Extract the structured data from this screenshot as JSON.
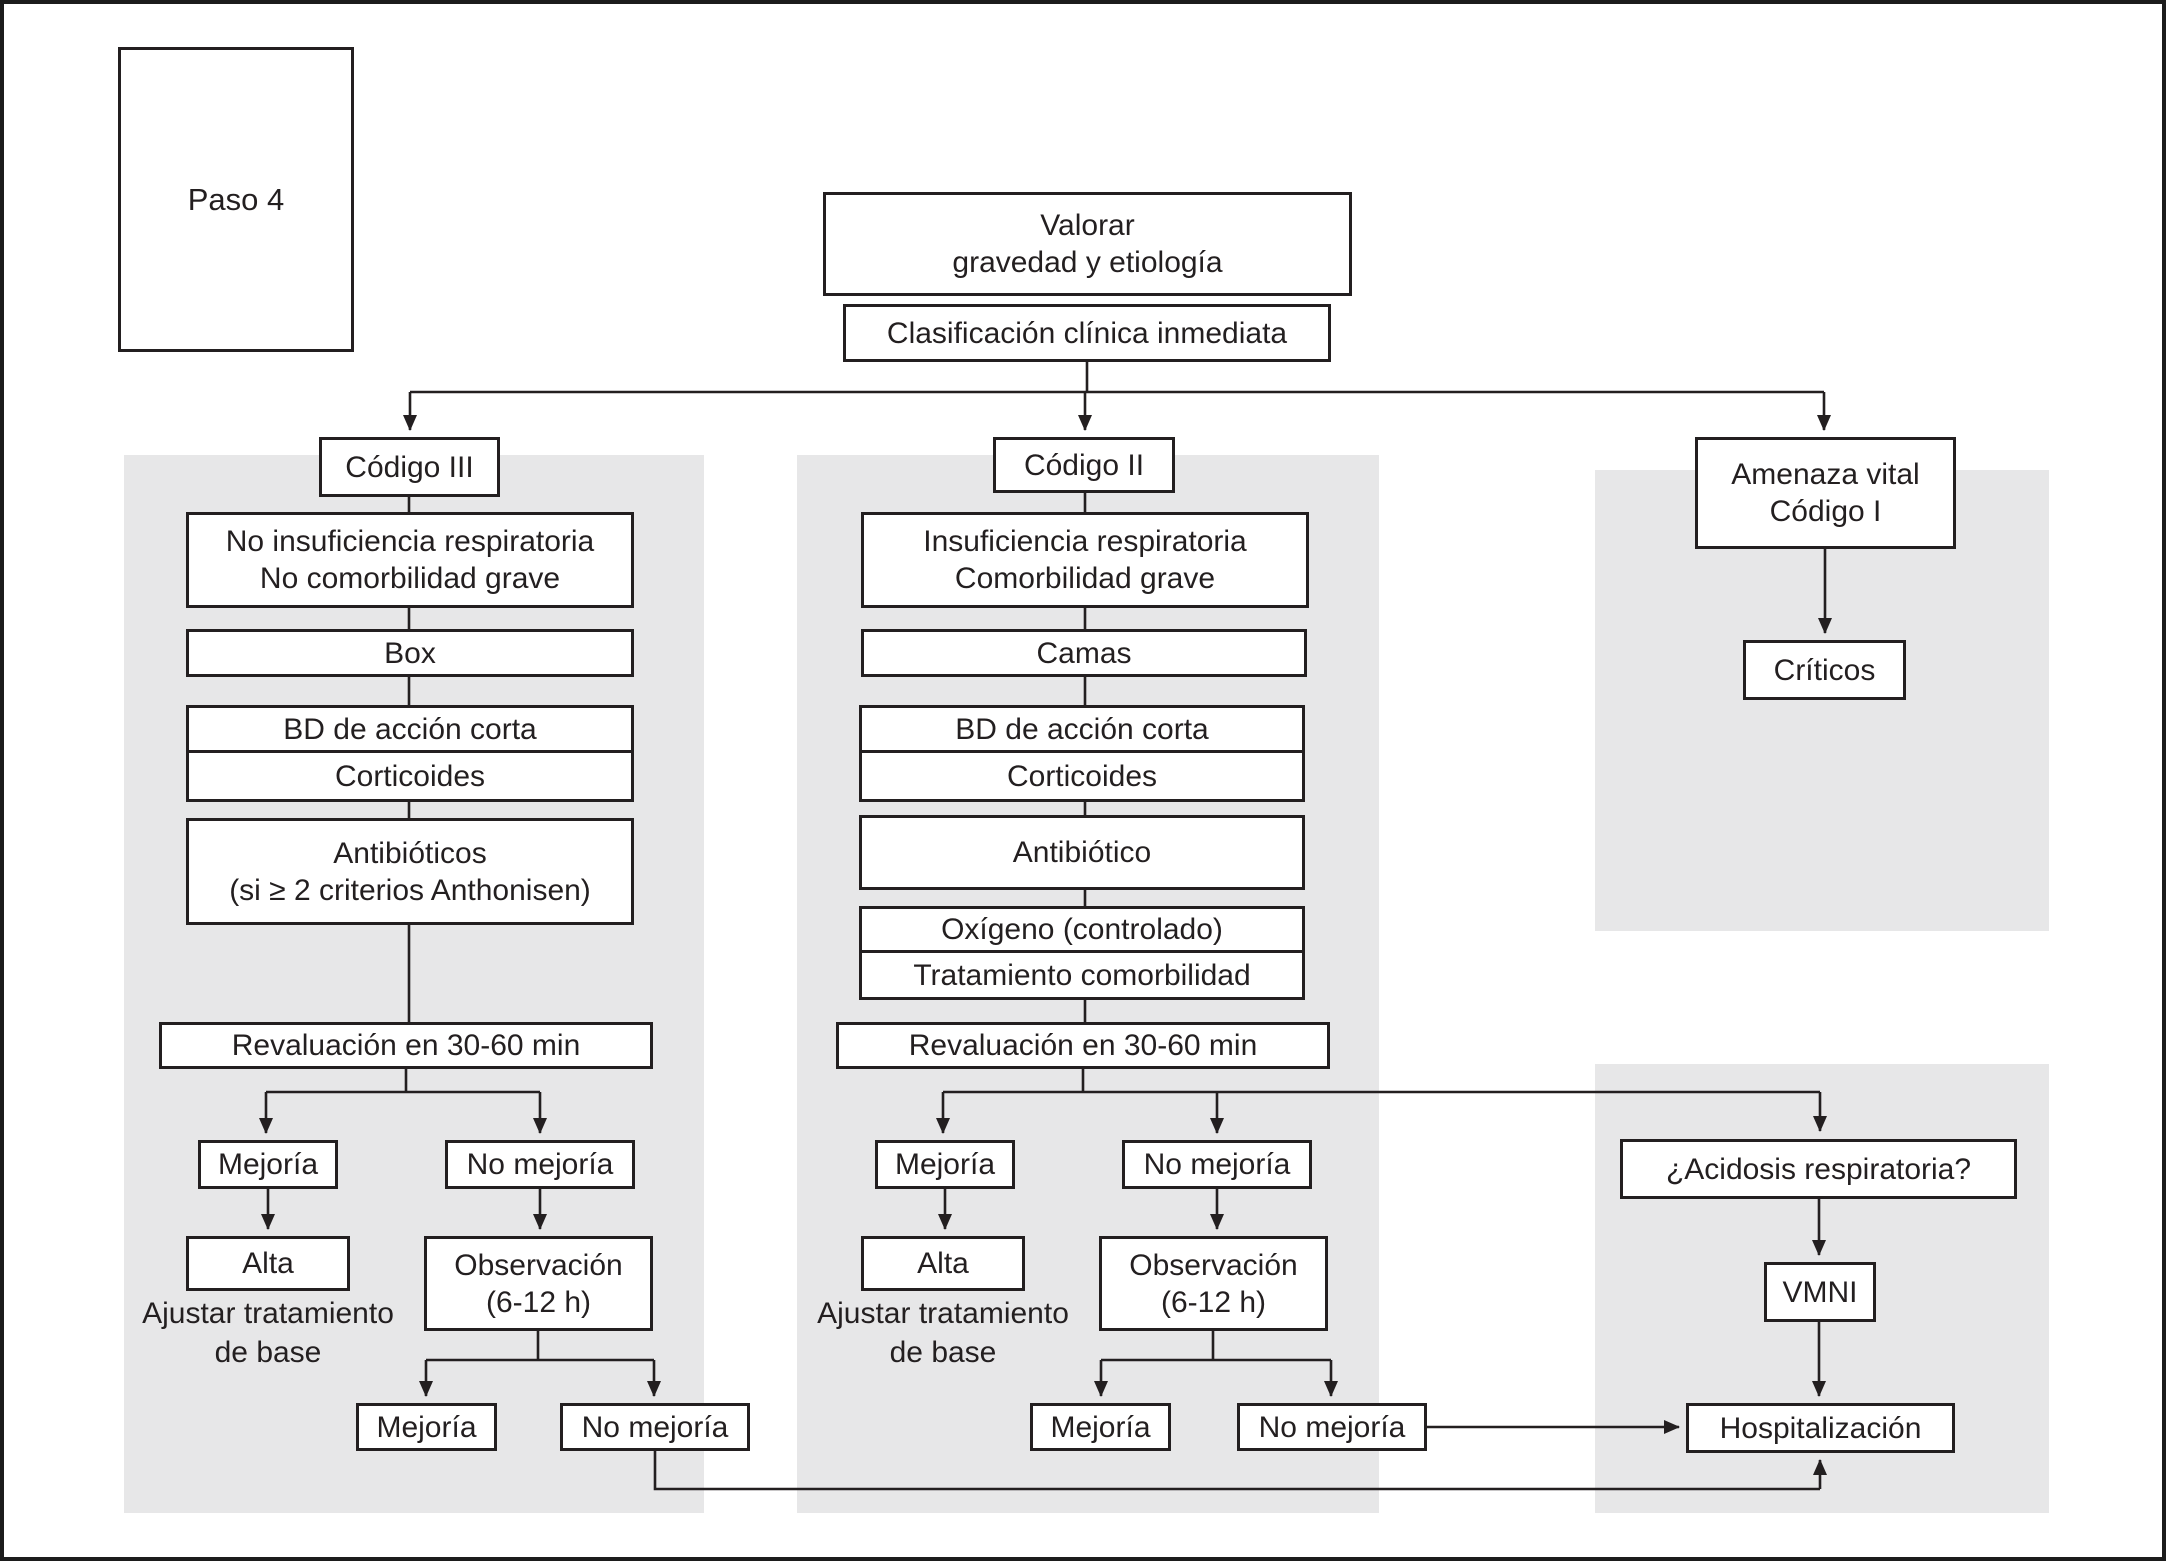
{
  "figure": {
    "step_label": "Paso 4",
    "type": "clinical-triage-flowchart"
  },
  "nodes": {
    "paso4": {
      "label": "Paso 4"
    },
    "valorar": {
      "lines": [
        "Valorar",
        "gravedad y etiología"
      ]
    },
    "clasificacion": {
      "label": "Clasificación clínica inmediata"
    },
    "codigo3": {
      "label": "Código III"
    },
    "codigo2": {
      "label": "Código II"
    },
    "codigo1": {
      "lines": [
        "Amenaza vital",
        "Código I"
      ]
    },
    "criticos": {
      "label": "Críticos"
    },
    "c3_criteria": {
      "lines": [
        "No insuficiencia respiratoria",
        "No comorbilidad grave"
      ]
    },
    "c3_location": {
      "label": "Box"
    },
    "c3_bd": {
      "label": "BD de acción corta"
    },
    "c3_corticoides": {
      "label": "Corticoides"
    },
    "c3_antibioticos": {
      "lines": [
        "Antibióticos",
        "(si ≥ 2 criterios Anthonisen)"
      ]
    },
    "c3_revaluacion": {
      "label": "Revaluación en 30-60 min"
    },
    "c3_mejoria": {
      "label": "Mejoría"
    },
    "c3_no_mejoria": {
      "label": "No mejoría"
    },
    "c3_alta": {
      "label": "Alta"
    },
    "c3_ajustar": {
      "lines": [
        "Ajustar tratamiento",
        "de base"
      ]
    },
    "c3_observacion": {
      "lines": [
        "Observación",
        "(6-12 h)"
      ]
    },
    "c3_obs_mejoria": {
      "label": "Mejoría"
    },
    "c3_obs_no_mejoria": {
      "label": "No mejoría"
    },
    "c2_criteria": {
      "lines": [
        "Insuficiencia respiratoria",
        "Comorbilidad grave"
      ]
    },
    "c2_location": {
      "label": "Camas"
    },
    "c2_bd": {
      "label": "BD de acción corta"
    },
    "c2_corticoides": {
      "label": "Corticoides"
    },
    "c2_antibiotico": {
      "label": "Antibiótico"
    },
    "c2_oxigeno": {
      "label": "Oxígeno (controlado)"
    },
    "c2_tratamiento": {
      "label": "Tratamiento comorbilidad"
    },
    "c2_revaluacion": {
      "label": "Revaluación en 30-60 min"
    },
    "c2_mejoria": {
      "label": "Mejoría"
    },
    "c2_no_mejoria": {
      "label": "No mejoría"
    },
    "c2_alta": {
      "label": "Alta"
    },
    "c2_ajustar": {
      "lines": [
        "Ajustar tratamiento",
        "de base"
      ]
    },
    "c2_observacion": {
      "lines": [
        "Observación",
        "(6-12 h)"
      ]
    },
    "c2_obs_mejoria": {
      "label": "Mejoría"
    },
    "c2_obs_no_mejoria": {
      "label": "No mejoría"
    },
    "acidosis": {
      "label": "¿Acidosis respiratoria?"
    },
    "vmni": {
      "label": "VMNI"
    },
    "hospitalizacion": {
      "label": "Hospitalización"
    }
  },
  "colors": {
    "panel_gray": "#e7e7e8",
    "ink": "#231f20",
    "background": "#ffffff"
  }
}
